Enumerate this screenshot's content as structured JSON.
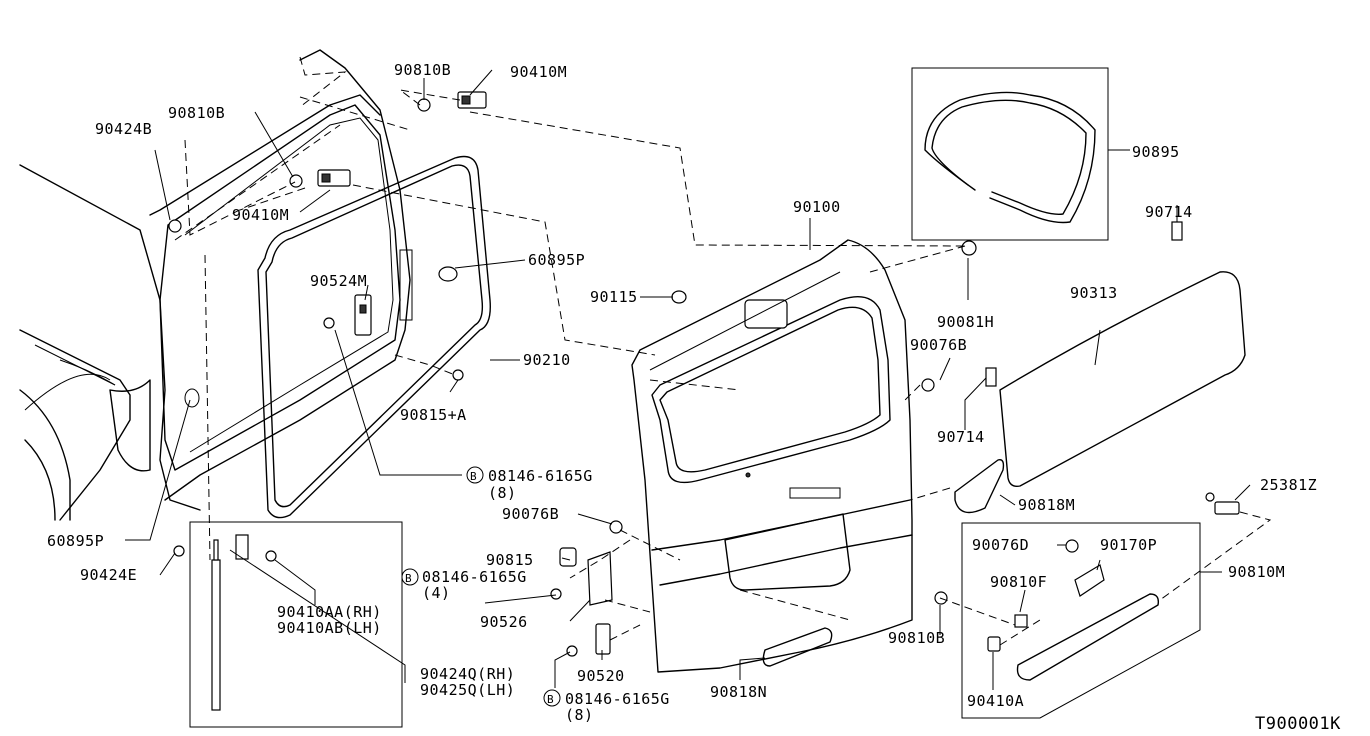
{
  "diagram_id": "T900001K",
  "callouts": {
    "c90810B_top": "90810B",
    "c90410M_top": "90410M",
    "c90424B": "90424B",
    "c90810B_mid": "90810B",
    "c90410M_mid": "90410M",
    "c60895P_right": "60895P",
    "c90524M": "90524M",
    "c90210": "90210",
    "c90815A": "90815+A",
    "bolt_code": "B",
    "c08146_a": "08146-6165G",
    "c08146_a_qty": "(8)",
    "c60895P_left": "60895P",
    "c90424E": "90424E",
    "c90410AA": "90410AA(RH)",
    "c90410AB": "90410AB(LH)",
    "c90424Q": "90424Q(RH)",
    "c90425Q": "90425Q(LH)",
    "c90076B_left": "90076B",
    "c90815": "90815",
    "c08146_b": "08146-6165G",
    "c08146_b_qty": "(4)",
    "c90526": "90526",
    "c90520": "90520",
    "c08146_c": "08146-6165G",
    "c08146_c_qty": "(8)",
    "c90818N": "90818N",
    "c90100": "90100",
    "c90115": "90115",
    "c90081H": "90081H",
    "c90076B_right": "90076B",
    "c90714_lower": "90714",
    "c90313": "90313",
    "c90714_upper": "90714",
    "c90895": "90895",
    "c90818M": "90818M",
    "c25381Z": "25381Z",
    "c90810M": "90810M",
    "c90076D": "90076D",
    "c90170P": "90170P",
    "c90810F": "90810F",
    "c90810B_low": "90810B",
    "c90410A": "90410A"
  }
}
